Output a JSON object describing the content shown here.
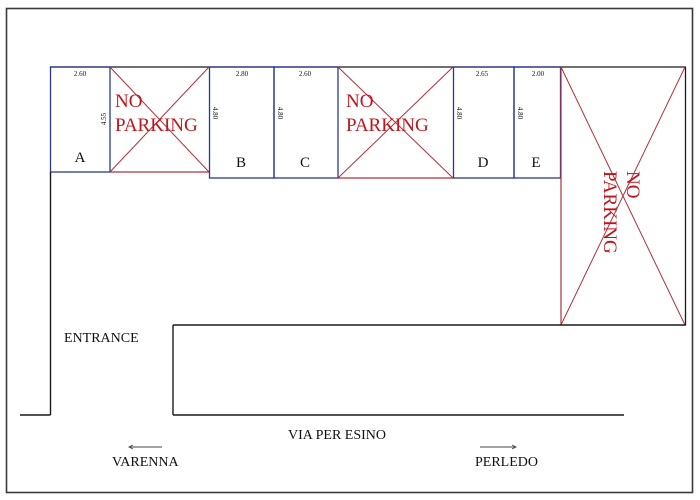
{
  "title": "Parking layout plan",
  "colors": {
    "frame": "#3a3a3a",
    "outline": "#1a1a1a",
    "stall_border": "#2b3a8f",
    "no_parking": "#b0303a",
    "no_parking_text": "#c0141c"
  },
  "stalls": [
    {
      "id": "A",
      "label": "A",
      "width": "2.60",
      "depth": "4.55"
    },
    {
      "id": "B",
      "label": "B",
      "width": "2.80",
      "depth": "4.80"
    },
    {
      "id": "C",
      "label": "C",
      "width": "2.60",
      "depth": "4.80"
    },
    {
      "id": "D",
      "label": "D",
      "width": "2.65",
      "depth": "4.80"
    },
    {
      "id": "E",
      "label": "E",
      "width": "2.00",
      "depth": "4.80"
    }
  ],
  "no_parking_zones": [
    {
      "line1": "NO",
      "line2": "PARKING"
    },
    {
      "line1": "NO",
      "line2": "PARKING"
    },
    {
      "line1": "NO",
      "line2": "PARKING"
    }
  ],
  "labels": {
    "entrance": "ENTRANCE",
    "road": "VIA PER ESINO",
    "left_direction": "VARENNA",
    "right_direction": "PERLEDO"
  },
  "icons": {
    "left_arrow": "arrow-left-icon",
    "right_arrow": "arrow-right-icon"
  }
}
